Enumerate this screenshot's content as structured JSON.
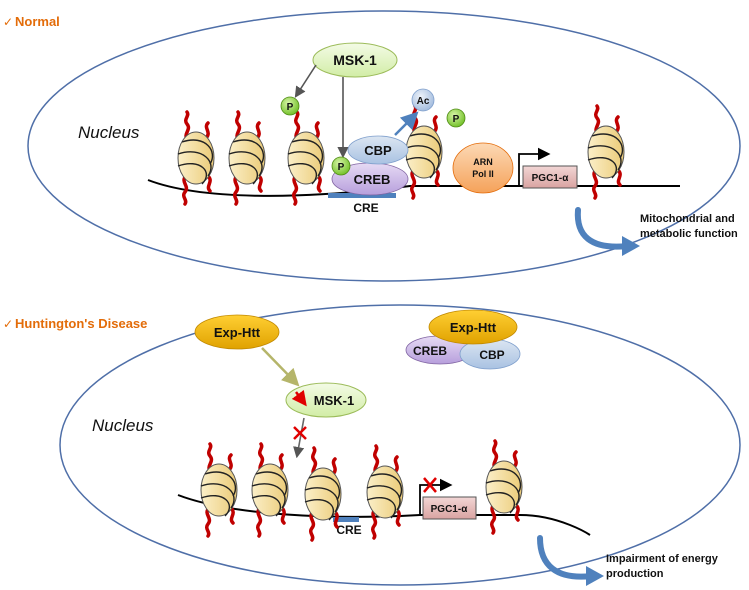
{
  "normal": {
    "title": "Normal",
    "nucleus_label": "Nucleus",
    "msk1": "MSK-1",
    "phospho": "P",
    "acetyl": "Ac",
    "cbp": "CBP",
    "creb": "CREB",
    "cre": "CRE",
    "arn": "ARN",
    "pol2": "Pol II",
    "pgc1": "PGC1-α",
    "outcome_line1": "Mitochondrial and",
    "outcome_line2": "metabolic function"
  },
  "hd": {
    "title": "Huntington's Disease",
    "nucleus_label": "Nucleus",
    "exp_htt_1": "Exp-Htt",
    "exp_htt_2": "Exp-Htt",
    "creb": "CREB",
    "cbp": "CBP",
    "msk1": "MSK-1",
    "cre": "CRE",
    "pgc1": "PGC1-α",
    "outcome_line1": "Impairment of energy",
    "outcome_line2": "production"
  },
  "colors": {
    "title": "#E36C09",
    "nucleus_border": "#4F6FA8",
    "msk1_fill": "#E6F5C8",
    "phospho_fill": "#8BD43A",
    "acetyl_fill": "#C9DAF0",
    "cbp_fill": "#B8CCE4",
    "creb_fill": "#CDB8E6",
    "arn_fill": "#F8B87A",
    "pgc1_fill": "#E6B8B7",
    "exp_htt_fill": "#F2B400",
    "histone_fill": "#F6E0A0",
    "tail_color": "#C00000",
    "cre_bar": "#4F81BD",
    "curved_arrow": "#4F81BD"
  }
}
